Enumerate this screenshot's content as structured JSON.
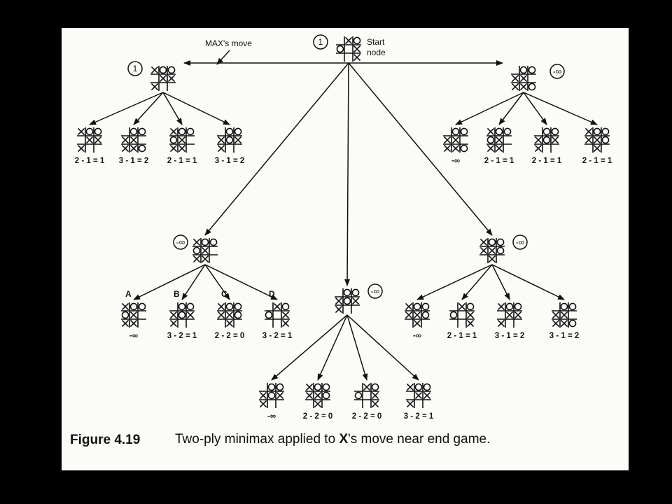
{
  "annotations": {
    "max_move": "MAX's move",
    "start_node": [
      "Start",
      "node"
    ]
  },
  "nodes": [
    {
      "id": "start",
      "level": 0,
      "value": "1",
      "board": [
        "",
        "XOO",
        "X",
        "O",
        ""
      ]
    },
    {
      "id": "l1a",
      "level": 1,
      "value": "1",
      "board": [
        "XOO",
        "X",
        "X",
        ""
      ]
    },
    {
      "id": "l1b",
      "level": 1,
      "value": "-∞",
      "board": [
        "OO",
        "X",
        "X",
        ""
      ]
    },
    {
      "id": "l1c",
      "level": 1,
      "value": "-∞",
      "board": [
        "XOO",
        "X",
        "X",
        ""
      ]
    },
    {
      "id": "l1d",
      "level": 1,
      "value": "-∞",
      "board": [
        "OO",
        "X",
        "X",
        ""
      ]
    },
    {
      "id": "l1e",
      "level": 1,
      "value": "-∞",
      "board": [
        "OO",
        "X",
        "X",
        ""
      ]
    }
  ],
  "branch_labels": [
    "A",
    "B",
    "C",
    "D"
  ],
  "leaf_groups": [
    {
      "parent": "l1a",
      "scores": [
        "2 - 1 = 1",
        "3 - 1 = 2",
        "2 - 1 = 1",
        "3 - 1 = 2"
      ]
    },
    {
      "parent": "l1b",
      "scores": [
        "-∞",
        "2 - 1 = 1",
        "2 - 1 = 1",
        "2 - 1 = 1"
      ]
    },
    {
      "parent": "l1c",
      "scores": [
        "-∞",
        "3 - 2 = 1",
        "2 - 2 = 0",
        "3 - 2 = 1"
      ]
    },
    {
      "parent": "l1d",
      "scores": [
        "-∞",
        "2 - 2 = 0",
        "2 - 2 = 0",
        "3 - 2 = 1"
      ]
    },
    {
      "parent": "l1e",
      "scores": [
        "-∞",
        "2 - 1 = 1",
        "3 - 1 = 2",
        "3 - 1 = 2"
      ]
    }
  ],
  "caption": {
    "figure": "Figure 4.19",
    "text_before": "Two-ply minimax applied to ",
    "text_bold": "X",
    "text_after": "'s move near end game."
  }
}
